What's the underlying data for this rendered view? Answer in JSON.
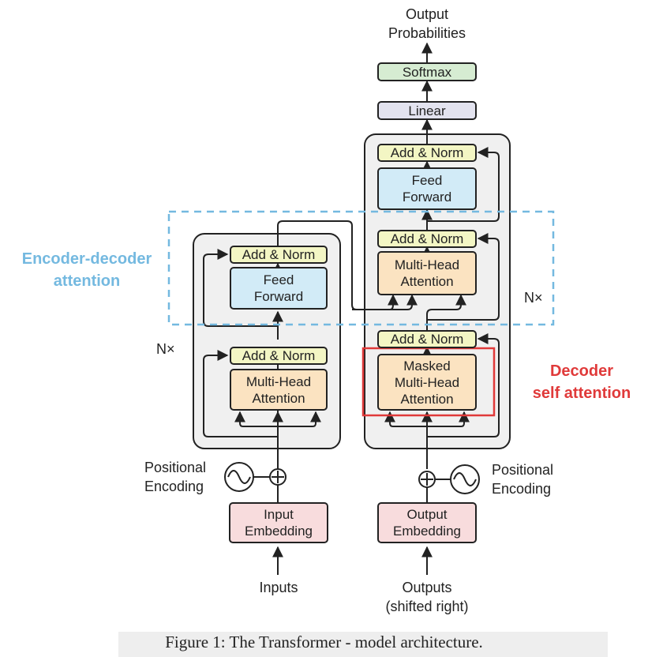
{
  "colors": {
    "add_norm": "#f3f6c4",
    "feed_forward": "#d2ebf7",
    "multi_head_attention": "#fbe3c1",
    "embedding": "#f8dcdd",
    "softmax": "#d6ecd2",
    "linear": "#e3e3ef",
    "encoder_decoder_highlight": "#74b9e0",
    "decoder_self_highlight": "#e03a3a"
  },
  "output_label": "Output\nProbabilities",
  "softmax": "Softmax",
  "linear": "Linear",
  "decoder": {
    "add_norm_top": "Add & Norm",
    "feed_forward": "Feed\nForward",
    "add_norm_mid": "Add & Norm",
    "multi_head_attention": "Multi-Head\nAttention",
    "add_norm_bottom": "Add & Norm",
    "masked_multi_head_attention": "Masked\nMulti-Head\nAttention",
    "nx": "N×"
  },
  "encoder": {
    "add_norm_top": "Add & Norm",
    "feed_forward": "Feed\nForward",
    "add_norm_bottom": "Add & Norm",
    "multi_head_attention": "Multi-Head\nAttention",
    "nx": "N×"
  },
  "positional_encoding_left": "Positional\nEncoding",
  "positional_encoding_right": "Positional\nEncoding",
  "input_embedding": "Input\nEmbedding",
  "output_embedding": "Output\nEmbedding",
  "inputs_label": "Inputs",
  "outputs_label": "Outputs\n(shifted right)",
  "annotations": {
    "encoder_decoder": "Encoder-decoder\nattention",
    "decoder_self": "Decoder\nself attention"
  },
  "caption": "Figure 1: The Transformer - model architecture."
}
